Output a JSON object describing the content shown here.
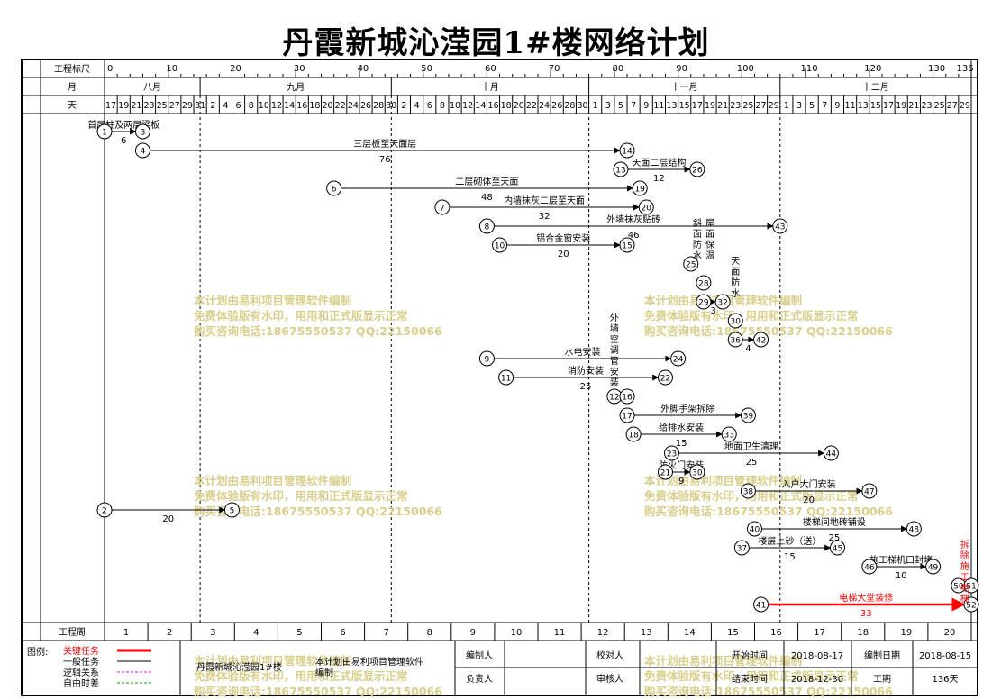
{
  "title": "丹霞新城沁滢园1#楼网络计划",
  "header": {
    "scale_label": "工程标尺",
    "scale_ticks": [
      0,
      10,
      20,
      30,
      40,
      50,
      60,
      70,
      80,
      90,
      100,
      110,
      120,
      130,
      136
    ],
    "month_label": "月",
    "months": [
      "八月",
      "九月",
      "十月",
      "十一月",
      "十二月"
    ],
    "day_label": "天",
    "days": [
      "17",
      "19",
      "21",
      "23",
      "25",
      "27",
      "29",
      "31",
      "2",
      "4",
      "6",
      "8",
      "10",
      "12",
      "14",
      "16",
      "18",
      "20",
      "22",
      "24",
      "26",
      "28",
      "30",
      "2",
      "4",
      "6",
      "8",
      "10",
      "12",
      "14",
      "16",
      "18",
      "20",
      "22",
      "24",
      "26",
      "28",
      "30",
      "1",
      "3",
      "5",
      "7",
      "9",
      "11",
      "13",
      "15",
      "17",
      "19",
      "21",
      "23",
      "25",
      "27",
      "29",
      "1",
      "3",
      "5",
      "7",
      "9",
      "11",
      "13",
      "15",
      "17",
      "19",
      "21",
      "23",
      "25",
      "27",
      "29"
    ],
    "week_label": "工程周",
    "weeks": [
      "1",
      "2",
      "3",
      "4",
      "5",
      "6",
      "7",
      "8",
      "9",
      "10",
      "11",
      "12",
      "13",
      "14",
      "15",
      "16",
      "17",
      "18",
      "19",
      "20"
    ]
  },
  "chart_data": {
    "type": "network",
    "total_days": 136,
    "nodes": [
      {
        "id": "1",
        "day": 0,
        "row": 0
      },
      {
        "id": "3",
        "day": 6,
        "row": 0
      },
      {
        "id": "4",
        "day": 6,
        "row": 1
      },
      {
        "id": "14",
        "day": 82,
        "row": 1
      },
      {
        "id": "13",
        "day": 81,
        "row": 2
      },
      {
        "id": "26",
        "day": 93,
        "row": 2
      },
      {
        "id": "6",
        "day": 36,
        "row": 3
      },
      {
        "id": "19",
        "day": 84,
        "row": 3
      },
      {
        "id": "7",
        "day": 53,
        "row": 4
      },
      {
        "id": "20",
        "day": 85,
        "row": 4
      },
      {
        "id": "8",
        "day": 60,
        "row": 5
      },
      {
        "id": "43",
        "day": 106,
        "row": 5
      },
      {
        "id": "10",
        "day": 62,
        "row": 6
      },
      {
        "id": "15",
        "day": 82,
        "row": 6
      },
      {
        "id": "25",
        "day": 92,
        "row": 7
      },
      {
        "id": "28",
        "day": 94,
        "row": 8
      },
      {
        "id": "29",
        "day": 94,
        "row": 9
      },
      {
        "id": "32",
        "day": 97,
        "row": 9
      },
      {
        "id": "30b",
        "label": "30",
        "day": 99,
        "row": 10
      },
      {
        "id": "36",
        "day": 99,
        "row": 11
      },
      {
        "id": "42",
        "day": 103,
        "row": 11
      },
      {
        "id": "9",
        "day": 60,
        "row": 12
      },
      {
        "id": "24",
        "day": 90,
        "row": 12
      },
      {
        "id": "11",
        "day": 63,
        "row": 13
      },
      {
        "id": "22",
        "day": 88,
        "row": 13
      },
      {
        "id": "12",
        "day": 80,
        "row": 14
      },
      {
        "id": "16",
        "day": 82,
        "row": 14
      },
      {
        "id": "17",
        "day": 82,
        "row": 15
      },
      {
        "id": "39",
        "day": 101,
        "row": 15
      },
      {
        "id": "18",
        "day": 83,
        "row": 16
      },
      {
        "id": "33",
        "day": 98,
        "row": 16
      },
      {
        "id": "23",
        "day": 89,
        "row": 17
      },
      {
        "id": "44",
        "day": 114,
        "row": 17
      },
      {
        "id": "21",
        "day": 88,
        "row": 18
      },
      {
        "id": "30",
        "day": 93,
        "row": 18
      },
      {
        "id": "38",
        "day": 101,
        "row": 19
      },
      {
        "id": "47",
        "day": 120,
        "row": 19
      },
      {
        "id": "2",
        "day": 0,
        "row": 20
      },
      {
        "id": "5",
        "day": 20,
        "row": 20
      },
      {
        "id": "40",
        "day": 102,
        "row": 21
      },
      {
        "id": "48",
        "day": 127,
        "row": 21
      },
      {
        "id": "37",
        "day": 100,
        "row": 22
      },
      {
        "id": "45",
        "day": 115,
        "row": 22
      },
      {
        "id": "46",
        "day": 120,
        "row": 23
      },
      {
        "id": "49",
        "day": 130,
        "row": 23
      },
      {
        "id": "50",
        "day": 134,
        "row": 24
      },
      {
        "id": "51",
        "day": 136,
        "row": 24
      },
      {
        "id": "41",
        "day": 103,
        "row": 25
      },
      {
        "id": "52",
        "day": 136,
        "row": 25
      }
    ],
    "tasks": [
      {
        "name": "首层柱及两层梁板",
        "duration": "6",
        "from": "1",
        "to": "3",
        "critical": false
      },
      {
        "name": "三层板至天面层",
        "duration": "76",
        "from": "4",
        "to": "14",
        "critical": false
      },
      {
        "name": "天面二层结构",
        "duration": "12",
        "from": "13",
        "to": "26",
        "critical": false
      },
      {
        "name": "二层砌体至天面",
        "duration": "48",
        "from": "6",
        "to": "19",
        "critical": false
      },
      {
        "name": "内墙抹灰二层至天面",
        "duration": "32",
        "from": "7",
        "to": "20",
        "critical": false
      },
      {
        "name": "外墙抹灰贴砖",
        "duration": "46",
        "from": "8",
        "to": "43",
        "critical": false
      },
      {
        "name": "铝合金窗安装",
        "duration": "20",
        "from": "10",
        "to": "15",
        "critical": false
      },
      {
        "name": "",
        "duration": "3",
        "from": "29",
        "to": "32",
        "critical": false
      },
      {
        "name": "",
        "duration": "4",
        "from": "36",
        "to": "42",
        "critical": false
      },
      {
        "name": "水电安装",
        "duration": "",
        "from": "9",
        "to": "24",
        "critical": false
      },
      {
        "name": "消防安装",
        "duration": "25",
        "from": "11",
        "to": "22",
        "critical": false
      },
      {
        "name": "",
        "duration": "",
        "from": "12",
        "to": "16",
        "critical": false
      },
      {
        "name": "外脚手架拆除",
        "duration": "",
        "from": "17",
        "to": "39",
        "critical": false
      },
      {
        "name": "给排水安装",
        "duration": "15",
        "from": "18",
        "to": "33",
        "critical": false
      },
      {
        "name": "地面卫生清理",
        "duration": "25",
        "from": "23",
        "to": "44",
        "critical": false
      },
      {
        "name": "防火门安装",
        "duration": "9",
        "from": "21",
        "to": "30",
        "critical": false
      },
      {
        "name": "入户大门安装",
        "duration": "20",
        "from": "38",
        "to": "47",
        "critical": false
      },
      {
        "name": "",
        "duration": "20",
        "from": "2",
        "to": "5",
        "critical": false
      },
      {
        "name": "楼梯间地砖铺设",
        "duration": "25",
        "from": "40",
        "to": "48",
        "critical": false
      },
      {
        "name": "楼层上砂（送）",
        "duration": "15",
        "from": "37",
        "to": "45",
        "critical": false
      },
      {
        "name": "施工梯机口封堵",
        "duration": "10",
        "from": "46",
        "to": "49",
        "critical": false
      },
      {
        "name": "",
        "duration": "",
        "from": "50",
        "to": "51",
        "critical": false
      },
      {
        "name": "电梯大堂装修",
        "duration": "33",
        "from": "41",
        "to": "52",
        "critical": true
      }
    ],
    "vertical_labels": [
      {
        "text": "斜面防水",
        "day": 93,
        "row": 5
      },
      {
        "text": "屋面保温",
        "day": 95,
        "row": 5
      },
      {
        "text": "天面防水",
        "day": 99,
        "row": 7
      },
      {
        "text": "外墙空调管安装",
        "day": 80,
        "row": 10
      },
      {
        "text": "拆除施工电梯",
        "day": 135,
        "row": 22
      }
    ],
    "watermark_lines": [
      "本计划由易利项目管理软件编制",
      "免费体验版有水印，用用和正式版显示正常",
      "购买咨询电话:18675550537 QQ:22150066"
    ],
    "colors": {
      "normal": "#000000",
      "critical": "#ff0000",
      "watermark": "#d8cf8c"
    }
  },
  "footer": {
    "legend_title": "图例:",
    "legend": [
      {
        "label": "关键任务",
        "color": "#ff0000"
      },
      {
        "label": "一般任务",
        "color": "#000000"
      },
      {
        "label": "逻辑关系",
        "color": "#ff00ff"
      },
      {
        "label": "自由时差",
        "color": "#00a000"
      }
    ],
    "project_name": "丹霞新城沁滢园1#楼",
    "software": "本计划由易利项目管理软件",
    "compiled": "编制",
    "editor_label": "编制人",
    "owner_label": "负责人",
    "checker_label": "校对人",
    "reviewer_label": "审核人",
    "start_label": "开始时间",
    "start": "2018-08-17",
    "end_label": "结束时间",
    "end": "2018-12-30",
    "date_label": "编制日期",
    "date": "2018-08-15",
    "duration_label": "工期",
    "duration": "136天"
  }
}
